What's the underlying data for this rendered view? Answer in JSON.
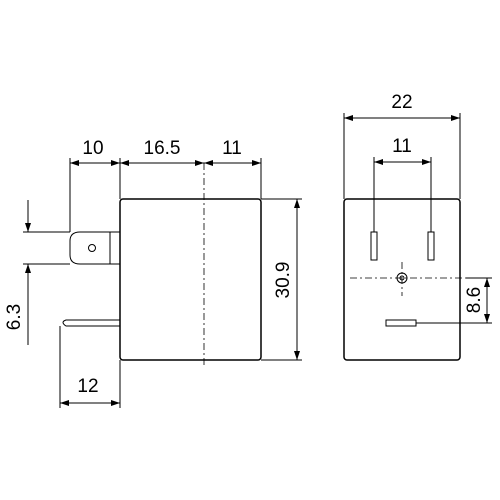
{
  "dimensions": {
    "tab_offset": "10",
    "front_body_offset": "16.5",
    "front_half_width": "11",
    "height": "30.9",
    "pin_vertical": "6.3",
    "bottom_pin": "12",
    "side_width": "22",
    "side_pin_spacing": "11",
    "side_pin_height": "8.6"
  },
  "colors": {
    "line": "#000000",
    "background": "#ffffff"
  }
}
